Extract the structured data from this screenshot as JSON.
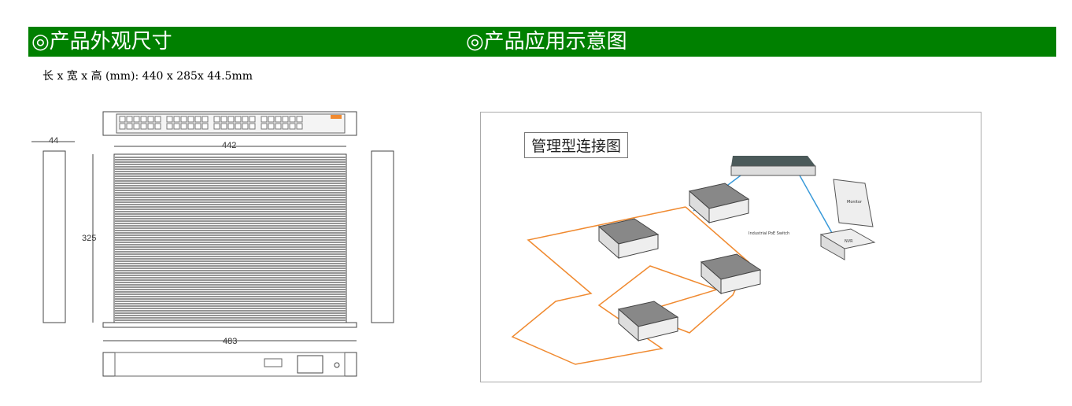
{
  "headers": {
    "appearance": "◎产品外观尺寸",
    "application": "◎产品应用示意图"
  },
  "dimensions_text": "长 x 宽 x 高 (mm): 440 x 285x 44.5mm",
  "drawing": {
    "side_width": "44",
    "body_width": "442",
    "body_depth": "325",
    "rack_width": "483"
  },
  "application": {
    "title": "管理型连接图",
    "nvr": "NVR",
    "monitor": "Monitor",
    "switch_label": "Industrial PoE Switch"
  },
  "colors": {
    "header": "#008000",
    "ring": "#f08a30",
    "link": "#3a9ad9"
  }
}
